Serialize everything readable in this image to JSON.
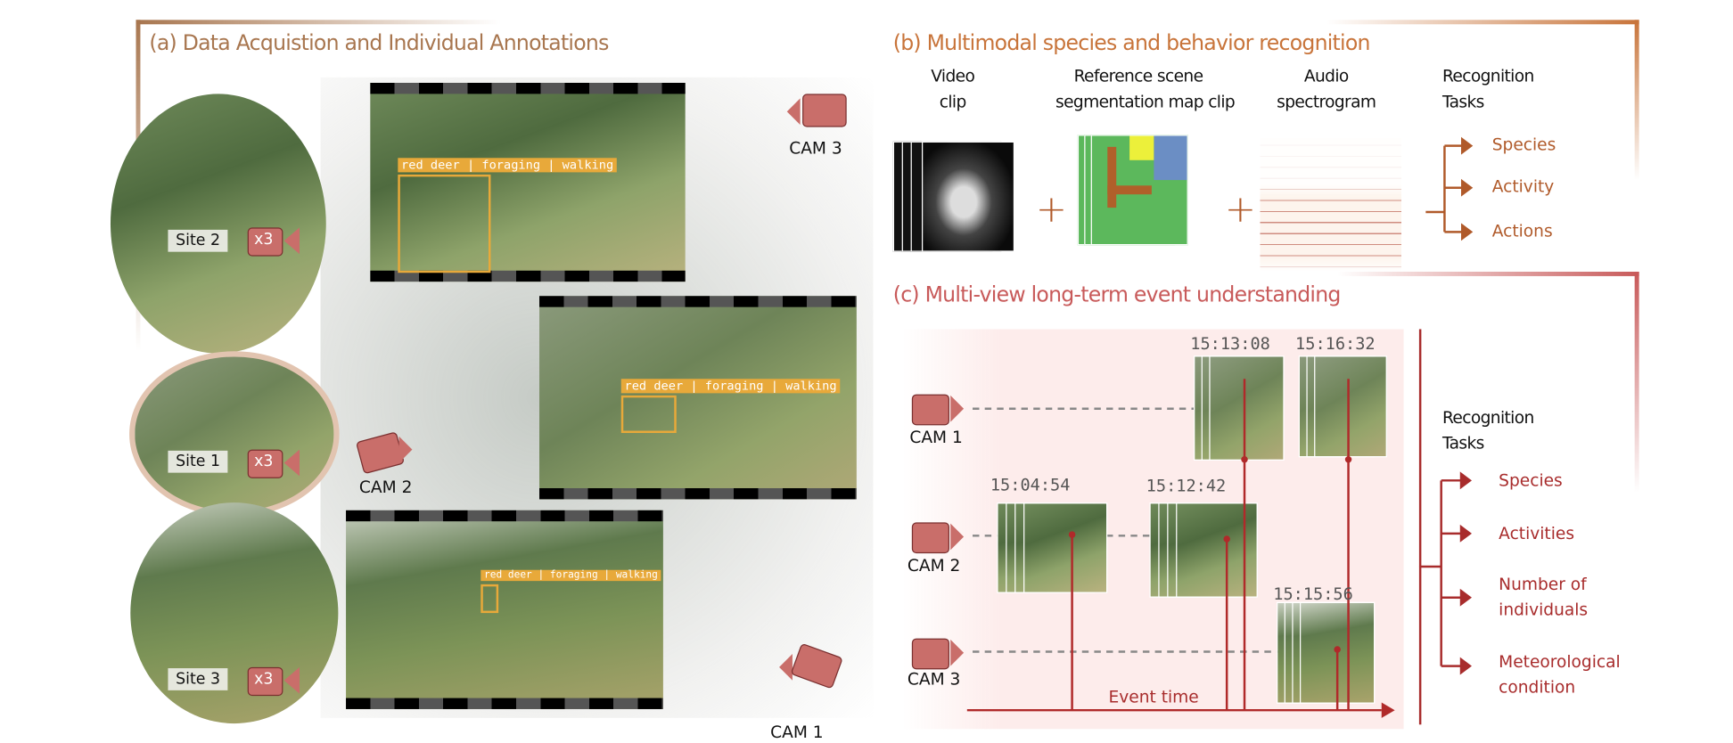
{
  "colors": {
    "panel_a": "#a8764f",
    "panel_b": "#c8743a",
    "panel_c": "#c85a5a",
    "task_b": "#b05a2a",
    "task_c": "#a82c2c",
    "camera": "#c96e6a",
    "annotation": "#e8a93a"
  },
  "panel_a": {
    "title": "(a) Data Acquistion and Individual Annotations",
    "sites": [
      {
        "label": "Site 2",
        "cams": "x3"
      },
      {
        "label": "Site 1",
        "cams": "x3"
      },
      {
        "label": "Site 3",
        "cams": "x3"
      }
    ],
    "annotations": [
      "red deer | foraging | walking",
      "red deer | foraging | walking",
      "red deer | foraging | walking"
    ],
    "cameras": [
      "CAM 3",
      "CAM 2",
      "CAM 1"
    ]
  },
  "panel_b": {
    "title": "(b) Multimodal species and behavior recognition",
    "inputs": [
      {
        "line1": "Video",
        "line2": "clip"
      },
      {
        "line1": "Reference scene",
        "line2": "segmentation map clip"
      },
      {
        "line1": "Audio",
        "line2": "spectrogram"
      }
    ],
    "plus": "+",
    "tasks_header": {
      "line1": "Recognition",
      "line2": "Tasks"
    },
    "tasks": [
      "Species",
      "Activity",
      "Actions"
    ]
  },
  "panel_c": {
    "title": "(c) Multi-view long-term event understanding",
    "cameras": [
      "CAM 1",
      "CAM 2",
      "CAM 3"
    ],
    "timestamps": {
      "cam1": [
        "15:13:08",
        "15:16:32"
      ],
      "cam2": [
        "15:04:54",
        "15:12:42"
      ],
      "cam3": [
        "15:15:56"
      ]
    },
    "axis_label": "Event time",
    "tasks_header": {
      "line1": "Recognition",
      "line2": "Tasks"
    },
    "tasks": [
      {
        "line1": "Species",
        "line2": ""
      },
      {
        "line1": "Activities",
        "line2": ""
      },
      {
        "line1": "Number of",
        "line2": "individuals"
      },
      {
        "line1": "Meteorological",
        "line2": "condition"
      }
    ]
  }
}
